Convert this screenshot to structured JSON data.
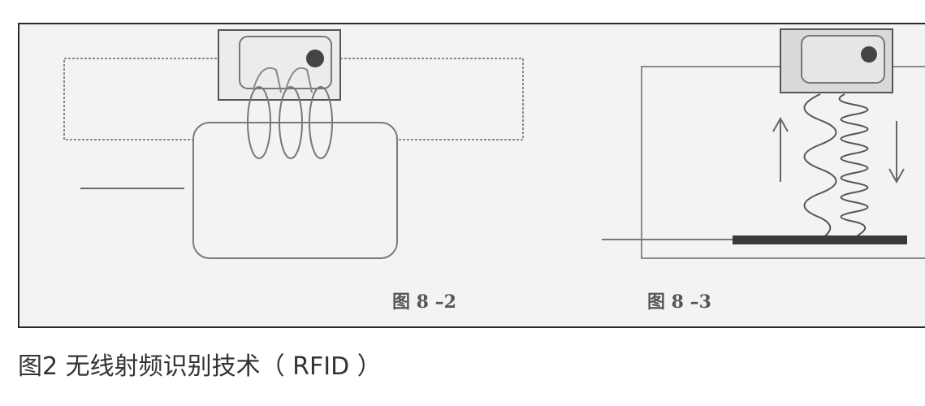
{
  "figure": {
    "left_label": "图 8 –2",
    "right_label": "图 8 –3"
  },
  "caption": "图2 无线射频识别技术（ RFID ）"
}
